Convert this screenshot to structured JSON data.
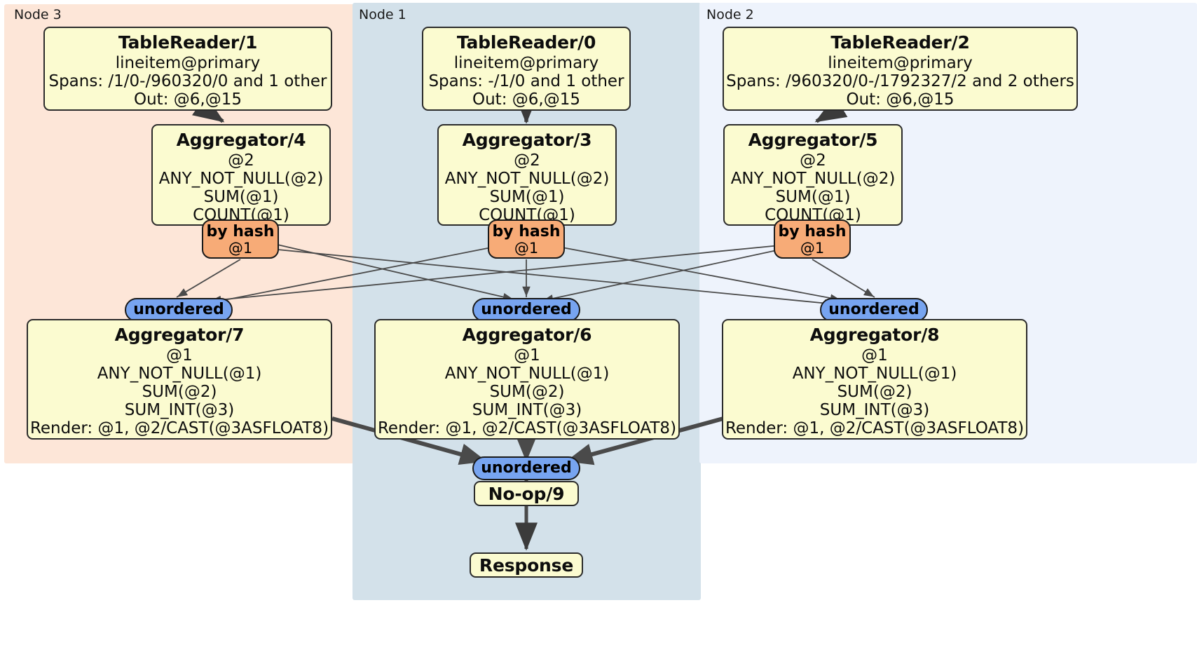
{
  "diagram": {
    "type": "distributed-query-plan",
    "nodes": [
      {
        "id": "node3",
        "label": "Node 3",
        "color": "#fde6d8"
      },
      {
        "id": "node1",
        "label": "Node 1",
        "color": "#d3e1ea"
      },
      {
        "id": "node2",
        "label": "Node 2",
        "color": "#eef3fc"
      }
    ],
    "processors": [
      {
        "id": "tablereader1",
        "node": "node3",
        "title": "TableReader/1",
        "lines": [
          "lineitem@primary",
          "Spans: /1/0-/960320/0 and 1 other",
          "Out: @6,@15"
        ]
      },
      {
        "id": "tablereader0",
        "node": "node1",
        "title": "TableReader/0",
        "lines": [
          "lineitem@primary",
          "Spans: -/1/0 and 1 other",
          "Out: @6,@15"
        ]
      },
      {
        "id": "tablereader2",
        "node": "node2",
        "title": "TableReader/2",
        "lines": [
          "lineitem@primary",
          "Spans: /960320/0-/1792327/2 and 2 others",
          "Out: @6,@15"
        ]
      },
      {
        "id": "aggregator4",
        "node": "node3",
        "title": "Aggregator/4",
        "lines": [
          "@2",
          "ANY_NOT_NULL(@2)",
          "SUM(@1)",
          "COUNT(@1)"
        ]
      },
      {
        "id": "aggregator3",
        "node": "node1",
        "title": "Aggregator/3",
        "lines": [
          "@2",
          "ANY_NOT_NULL(@2)",
          "SUM(@1)",
          "COUNT(@1)"
        ]
      },
      {
        "id": "aggregator5",
        "node": "node2",
        "title": "Aggregator/5",
        "lines": [
          "@2",
          "ANY_NOT_NULL(@2)",
          "SUM(@1)",
          "COUNT(@1)"
        ]
      },
      {
        "id": "aggregator7",
        "node": "node3",
        "title": "Aggregator/7",
        "lines": [
          "@1",
          "ANY_NOT_NULL(@1)",
          "SUM(@2)",
          "SUM_INT(@3)",
          "Render: @1, @2/CAST(@3ASFLOAT8)"
        ]
      },
      {
        "id": "aggregator6",
        "node": "node1",
        "title": "Aggregator/6",
        "lines": [
          "@1",
          "ANY_NOT_NULL(@1)",
          "SUM(@2)",
          "SUM_INT(@3)",
          "Render: @1, @2/CAST(@3ASFLOAT8)"
        ]
      },
      {
        "id": "aggregator8",
        "node": "node2",
        "title": "Aggregator/8",
        "lines": [
          "@1",
          "ANY_NOT_NULL(@1)",
          "SUM(@2)",
          "SUM_INT(@3)",
          "Render: @1, @2/CAST(@3ASFLOAT8)"
        ]
      },
      {
        "id": "noop9",
        "node": "node1",
        "title": "No-op/9",
        "lines": []
      },
      {
        "id": "response",
        "node": "node1",
        "title": "Response",
        "lines": []
      }
    ],
    "routers": [
      {
        "id": "hash4",
        "kind": "by-hash",
        "node": "node3",
        "label": "by hash",
        "detail": "@1"
      },
      {
        "id": "hash3",
        "kind": "by-hash",
        "node": "node1",
        "label": "by hash",
        "detail": "@1"
      },
      {
        "id": "hash5",
        "kind": "by-hash",
        "node": "node2",
        "label": "by hash",
        "detail": "@1"
      },
      {
        "id": "unordered7",
        "kind": "unordered",
        "node": "node3",
        "label": "unordered"
      },
      {
        "id": "unordered6",
        "kind": "unordered",
        "node": "node1",
        "label": "unordered"
      },
      {
        "id": "unordered8",
        "kind": "unordered",
        "node": "node2",
        "label": "unordered"
      },
      {
        "id": "unordered9",
        "kind": "unordered",
        "node": "node1",
        "label": "unordered"
      }
    ],
    "colors": {
      "processor_fill": "#fbfbd0",
      "hash_router_fill": "#f7ab77",
      "unordered_router_fill": "#77a4f0",
      "stroke": "#2b2b2b",
      "node3_bg": "#fde6d8",
      "node1_bg": "#d3e1ea",
      "node2_bg": "#eef3fc"
    }
  }
}
